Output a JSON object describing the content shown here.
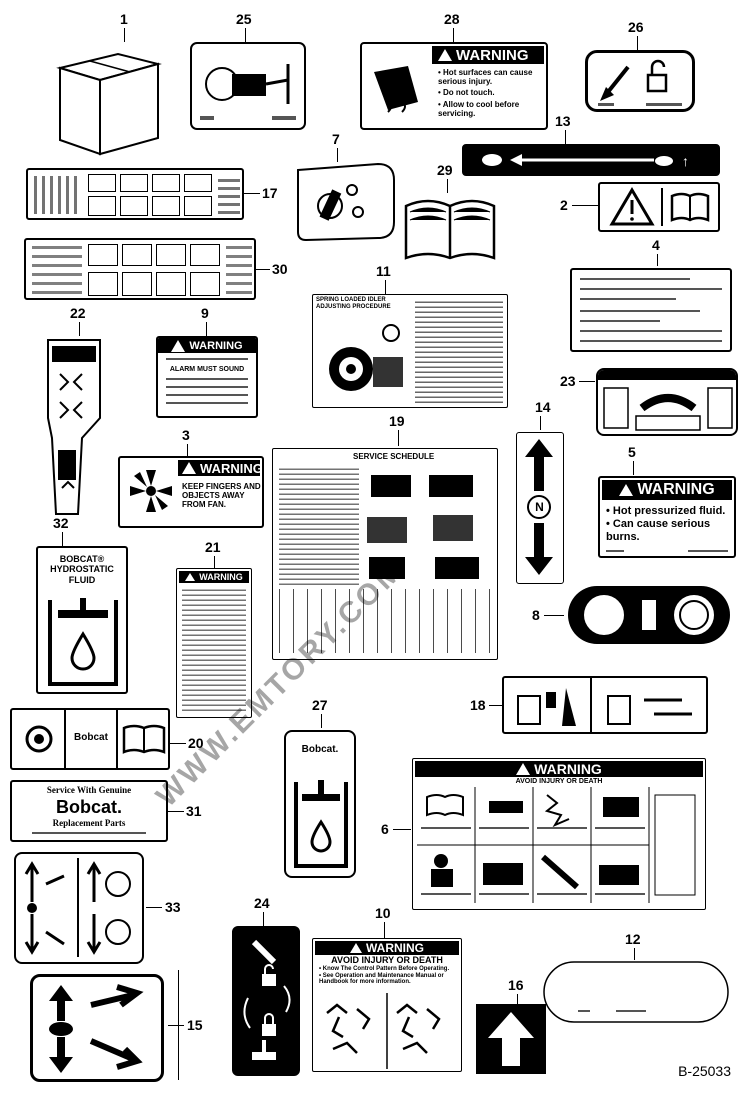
{
  "figure_ref": "B-25033",
  "watermark": "WWW.EMTORY.COM",
  "callouts": {
    "c1": "1",
    "c25": "25",
    "c28": "28",
    "c26": "26",
    "c13": "13",
    "c7": "7",
    "c29": "29",
    "c17": "17",
    "c2": "2",
    "c30": "30",
    "c4": "4",
    "c11": "11",
    "c22": "22",
    "c9": "9",
    "c23": "23",
    "c14": "14",
    "c3": "3",
    "c19": "19",
    "c5": "5",
    "c32": "32",
    "c21": "21",
    "c8": "8",
    "c20": "20",
    "c18": "18",
    "c27": "27",
    "c31": "31",
    "c6": "6",
    "c33": "33",
    "c24": "24",
    "c10": "10",
    "c12": "12",
    "c16": "16",
    "c15": "15"
  },
  "decals": {
    "d28": {
      "heading": "WARNING",
      "lines": [
        "• Hot surfaces can cause serious injury.",
        "• Do not touch.",
        "• Allow to cool before servicing."
      ]
    },
    "d9": {
      "heading": "WARNING",
      "lines": [
        "ALARM MUST SOUND"
      ]
    },
    "d3": {
      "heading": "WARNING",
      "lines": [
        "KEEP FINGERS AND OBJECTS AWAY FROM FAN."
      ]
    },
    "d5": {
      "heading": "WARNING",
      "lines": [
        "• Hot pressurized fluid.",
        "• Can cause serious burns."
      ]
    },
    "d21": {
      "heading": "WARNING"
    },
    "d11": {
      "heading": "SPRING LOADED IDLER ADJUSTING PROCEDURE"
    },
    "d19": {
      "heading": "SERVICE SCHEDULE"
    },
    "d32": {
      "lines": [
        "BOBCAT®",
        "HYDROSTATIC",
        "FLUID"
      ]
    },
    "d27": {
      "brand": "Bobcat."
    },
    "d20": {
      "brand": "Bobcat"
    },
    "d31": {
      "line1": "Service With Genuine",
      "brand": "Bobcat.",
      "line2": "Replacement Parts"
    },
    "d6": {
      "heading": "WARNING",
      "sub": "AVOID INJURY OR DEATH"
    },
    "d10": {
      "heading": "WARNING",
      "sub": "AVOID INJURY OR DEATH",
      "lines": [
        "• Know The Control Pattern Before Operating.",
        "• See Operation and Maintenance Manual or Handbook for more information."
      ]
    },
    "d14": {
      "symbol": "N"
    }
  }
}
